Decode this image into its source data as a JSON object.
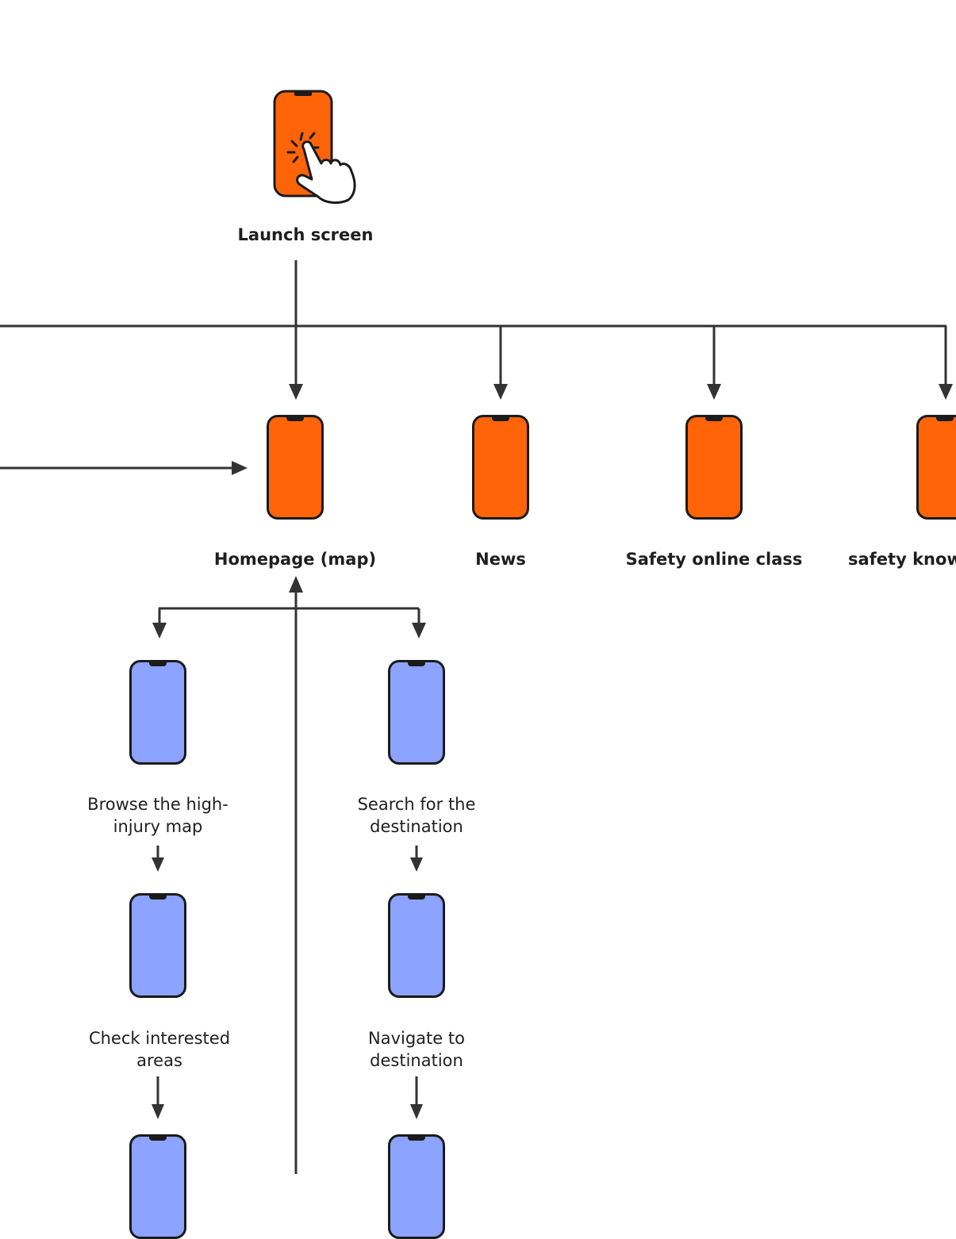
{
  "diagram": {
    "type": "user-flow",
    "colors": {
      "primary_screen": "#ff6508",
      "secondary_screen": "#8ca3ff",
      "outline": "#1b1b1b",
      "connector": "#333333",
      "background": "#ffffff"
    },
    "nodes": {
      "launch": {
        "label": "Launch screen",
        "icon": "phone-tap-icon"
      },
      "homepage": {
        "label": "Homepage (map)"
      },
      "news": {
        "label": "News"
      },
      "safety_class": {
        "label": "Safety online class"
      },
      "safety_knowledge": {
        "label": "safety knowl"
      },
      "browse_map": {
        "label": "Browse the high-injury map"
      },
      "check_areas": {
        "label": "Check interested areas"
      },
      "search_destination": {
        "label": "Search for the destination"
      },
      "navigate": {
        "label": "Navigate to destination"
      }
    },
    "edges": [
      {
        "from": "launch",
        "to": "homepage"
      },
      {
        "from": "launch",
        "to": "news"
      },
      {
        "from": "launch",
        "to": "safety_class"
      },
      {
        "from": "launch",
        "to": "safety_knowledge"
      },
      {
        "from": "homepage",
        "to": "browse_map"
      },
      {
        "from": "homepage",
        "to": "search_destination"
      },
      {
        "from": "browse_map",
        "to": "check_areas"
      },
      {
        "from": "search_destination",
        "to": "navigate"
      }
    ]
  }
}
